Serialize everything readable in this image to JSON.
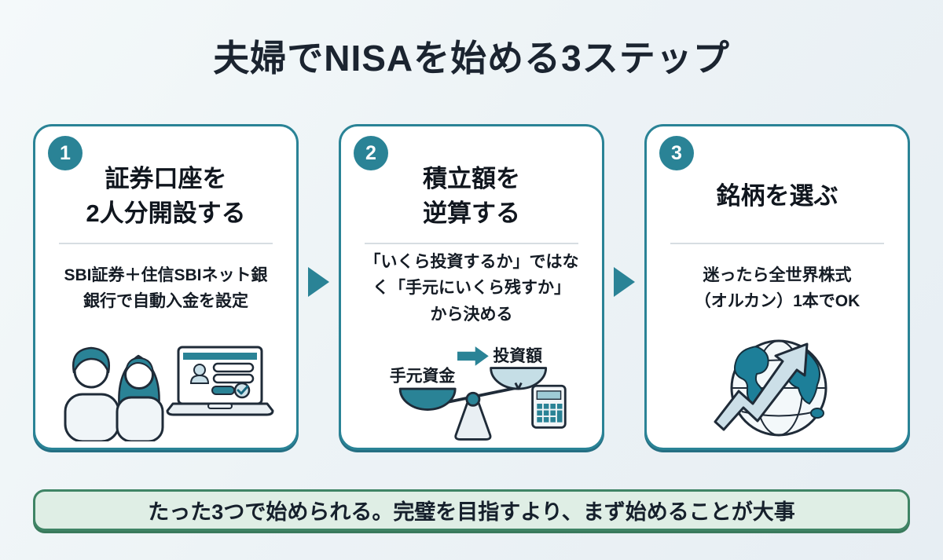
{
  "title": "夫婦でNISAを始める3ステップ",
  "steps": [
    {
      "number": "1",
      "heading": [
        "証券口座を",
        "2人分開設する"
      ],
      "description": [
        "SBI証券＋住信SBIネット銀",
        "銀行で自動入金を設定"
      ],
      "icon": "couple-and-laptop-icon"
    },
    {
      "number": "2",
      "heading": [
        "積立額を",
        "逆算する"
      ],
      "description": [
        "「いくら投資するか」ではな",
        "く「手元にいくら残すか」",
        "から決める"
      ],
      "icon": "balance-scale-calculator-icon",
      "scale": {
        "left_label": "手元資金",
        "right_label": "投資額"
      }
    },
    {
      "number": "3",
      "heading": [
        "銘柄を選ぶ"
      ],
      "description": [
        "迷ったら全世界株式",
        "（オルカン）1本でOK"
      ],
      "icon": "globe-growth-arrow-icon"
    }
  ],
  "footer": {
    "message": "たった3つで始められる。完璧を目指すより、まず始めることが大事"
  },
  "colors": {
    "accent_teal": "#2a8396",
    "dark_line": "#1f2b38",
    "light_blue_fill": "#cfe3ea",
    "banner_green_bg": "#dfeee5",
    "banner_green_border": "#3f8465",
    "title_text": "#1b2430"
  }
}
